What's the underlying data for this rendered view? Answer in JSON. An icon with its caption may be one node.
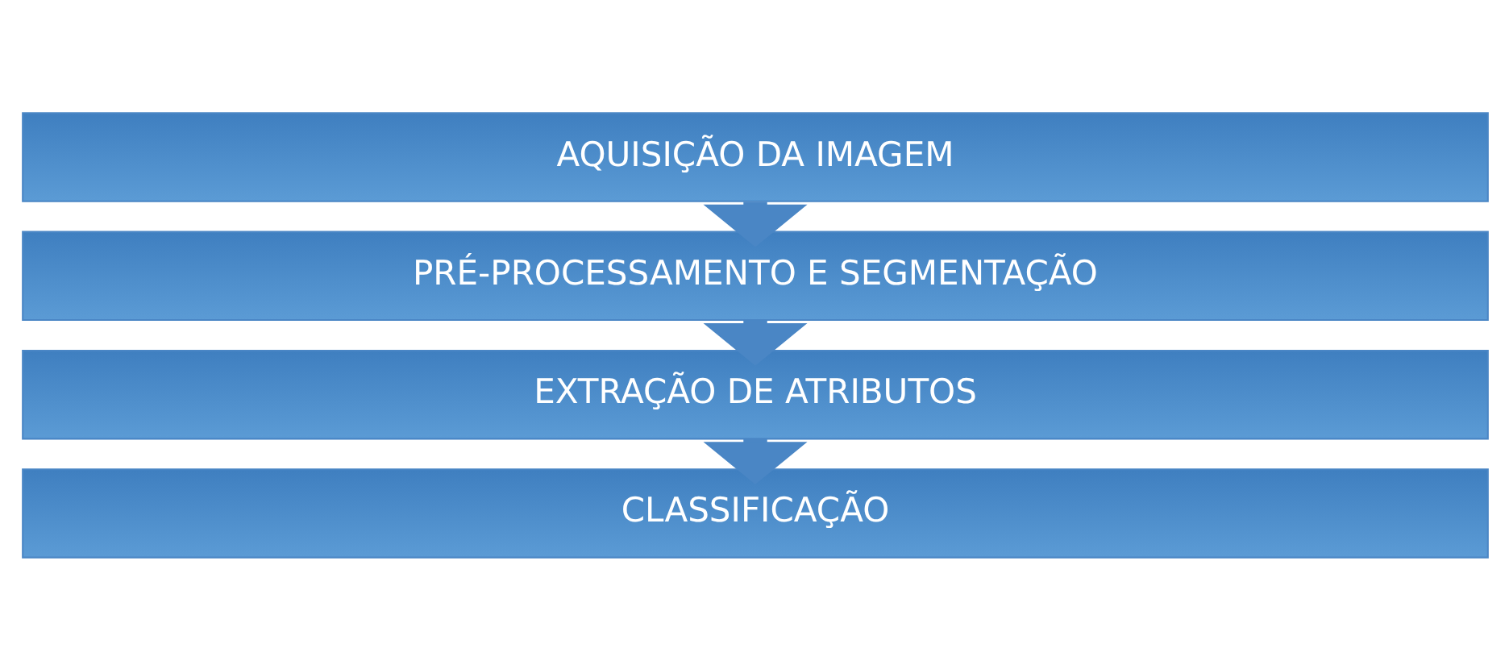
{
  "diagram": {
    "nodes": [
      {
        "text": [
          "AQUISIÇÃO DA IMAGEM"
        ]
      },
      {
        "text": [
          "PRÉ-PROCESSAMENTO E SEGMENTAÇÃO"
        ]
      },
      {
        "text": [
          "EXTRAÇÃO DE ATRIBUTOS"
        ]
      },
      {
        "text": [
          "CLASSIFICAÇÃO"
        ]
      }
    ],
    "edges": [
      {
        "from": 0,
        "to": 1,
        "arrow": "to"
      },
      {
        "from": 1,
        "to": 2,
        "arrow": "to"
      },
      {
        "from": 2,
        "to": 3,
        "arrow": "to"
      }
    ]
  }
}
